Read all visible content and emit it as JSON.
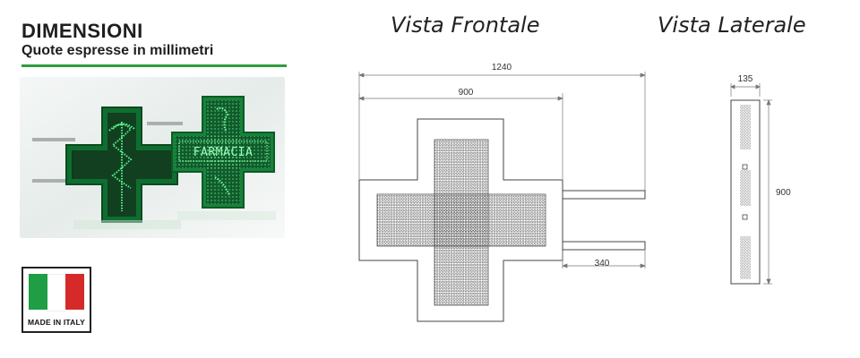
{
  "header": {
    "title": "DIMENSIONI",
    "subtitle": "Quote espresse in millimetri",
    "rule_color": "#2e9e3e"
  },
  "product_photo": {
    "sign_left_text": "",
    "sign_right_text": "FARMACIA",
    "led_color": "#19d35a"
  },
  "badge": {
    "label": "MADE IN ITALY",
    "flag_colors": [
      "#1f9e45",
      "#ffffff",
      "#d62a2a"
    ]
  },
  "views": {
    "front_title": "Vista Frontale",
    "side_title": "Vista Laterale"
  },
  "dimensions": {
    "overall_width": "1240",
    "cross_width": "900",
    "bracket_length": "340",
    "depth": "135",
    "height": "900"
  }
}
